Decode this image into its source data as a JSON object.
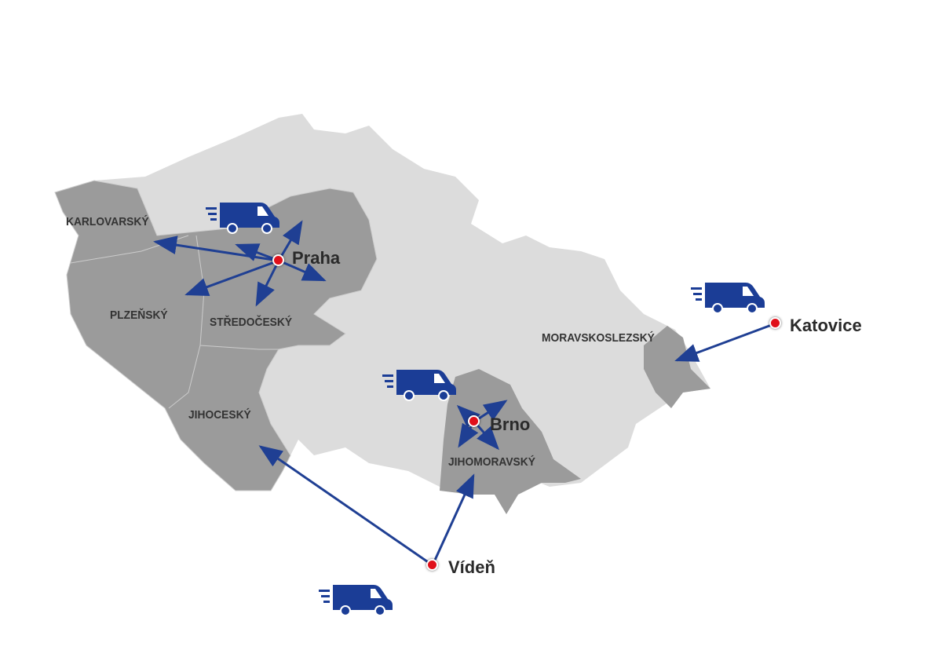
{
  "colors": {
    "country": "#dcdcdc",
    "region": "#9b9b9b",
    "arrow": "#1f3f93",
    "van": "#1b3d96",
    "dot": "#e0101a"
  },
  "regions": [
    "KARLOVARSKÝ",
    "PLZEŇSKÝ",
    "STŘEDOČESKÝ",
    "JIHOCESKÝ",
    "JIHOMORAVSKÝ",
    "MORAVSKOSLEZSKÝ"
  ],
  "cities": [
    "Praha",
    "Brno",
    "Katovice",
    "Vídeň"
  ],
  "icons": {
    "van": "delivery-van-icon",
    "city": "city-dot-icon"
  }
}
